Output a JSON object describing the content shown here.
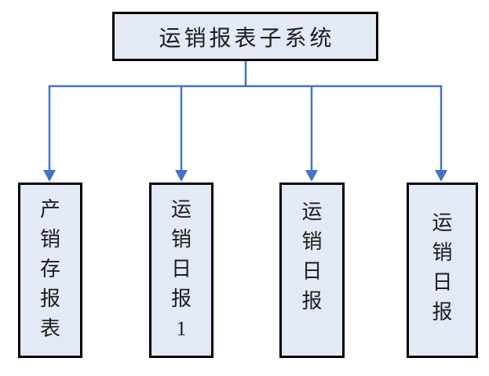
{
  "diagram": {
    "root": {
      "label": "运销报表子系统"
    },
    "children": [
      {
        "label": "产销存报表"
      },
      {
        "label": "运销日报1"
      },
      {
        "label": "运销日报"
      },
      {
        "label": "运销日报"
      }
    ],
    "colors": {
      "connector_blue": "#4472C4",
      "node_fill": "#E3E9F5",
      "node_border": "#000000",
      "text": "#1C1C1C"
    }
  }
}
